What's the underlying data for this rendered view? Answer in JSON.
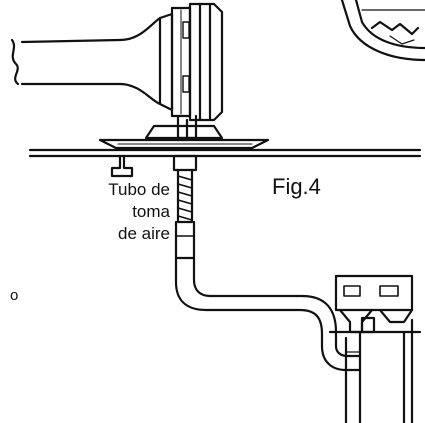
{
  "labels": {
    "tube_line1": "Tubo de",
    "tube_line2": "toma",
    "tube_line3": "de aire",
    "figure": "Fig.4",
    "edge_fragment": "o"
  },
  "icons": [
    "horn-icon",
    "mounting-plate-icon",
    "air-intake-tube-icon",
    "pipe-connector-icon",
    "cut-cable-icon",
    "device-corner-icon"
  ]
}
